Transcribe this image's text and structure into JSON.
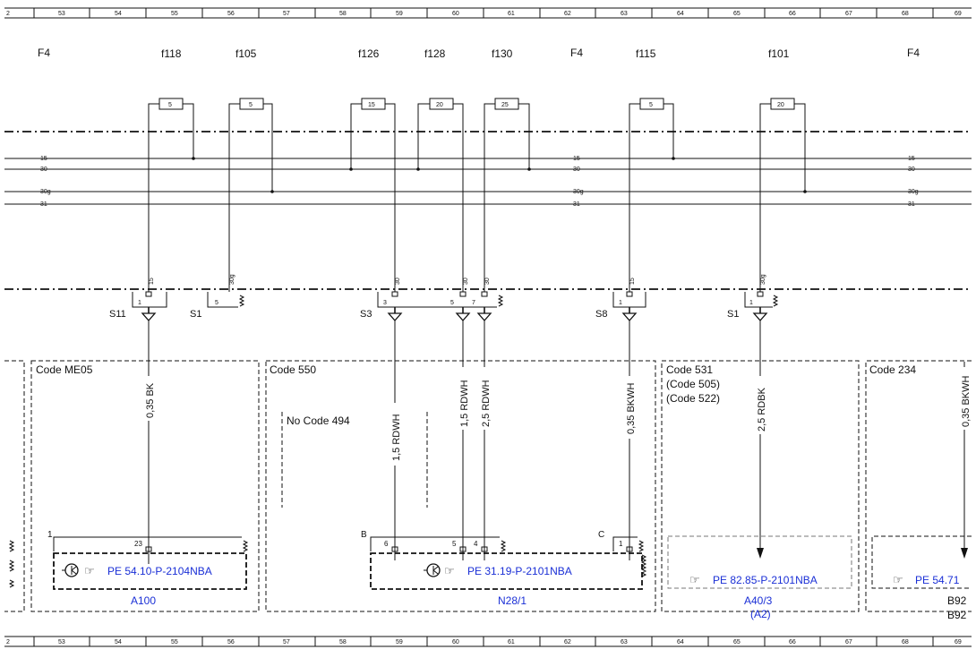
{
  "ruler": {
    "top_labels": [
      "2",
      "53",
      "54",
      "55",
      "56",
      "57",
      "58",
      "59",
      "60",
      "61",
      "62",
      "63",
      "64",
      "65",
      "66",
      "67",
      "68",
      "69"
    ],
    "bottom_labels": [
      "2",
      "53",
      "54",
      "55",
      "56",
      "57",
      "58",
      "59",
      "60",
      "61",
      "62",
      "63",
      "64",
      "65",
      "66",
      "67",
      "68",
      "69"
    ]
  },
  "fuse_boxes": [
    {
      "label": "F4"
    },
    {
      "label": "F4"
    },
    {
      "label": "F4"
    }
  ],
  "fuses": [
    {
      "name": "f118",
      "rating": "5"
    },
    {
      "name": "f105",
      "rating": "5"
    },
    {
      "name": "f126",
      "rating": "15"
    },
    {
      "name": "f128",
      "rating": "20"
    },
    {
      "name": "f130",
      "rating": "25"
    },
    {
      "name": "f115",
      "rating": "5"
    },
    {
      "name": "f101",
      "rating": "20"
    }
  ],
  "bus_labels": {
    "left": [
      "15",
      "30",
      "30g",
      "31"
    ],
    "mid": [
      "15",
      "30",
      "30g",
      "31"
    ],
    "right": [
      "15",
      "30",
      "30g",
      "31"
    ]
  },
  "pins": {
    "c1": "15",
    "c2": "30g",
    "c3": "30",
    "c4": "30",
    "c5": "30",
    "c6": "15",
    "c7": "30g"
  },
  "connectors": [
    {
      "name": "S11",
      "pins": [
        "1"
      ]
    },
    {
      "name": "S1",
      "pins": [
        "5"
      ]
    },
    {
      "name": "S3",
      "pins": [
        "3",
        "5",
        "7"
      ]
    },
    {
      "name": "S8",
      "pins": [
        "1"
      ]
    },
    {
      "name": "S1",
      "pins": [
        "1"
      ]
    }
  ],
  "wires": [
    "0,35 BK",
    "1,5 RDWH",
    "1,5 RDWH",
    "2,5 RDWH",
    "0,35 BKWH",
    "2,5 RDBK",
    "0,35 BKWH"
  ],
  "code_boxes": {
    "me05": "Code ME05",
    "c550": "Code 550",
    "no494": "No  Code 494",
    "c531": [
      "Code 531",
      "(Code 505)",
      "(Code 522)"
    ],
    "c234": "Code 234"
  },
  "components": [
    {
      "name": "A100",
      "ref": "PE 54.10-P-2104NBA",
      "corner": "1",
      "pins": [
        "23"
      ]
    },
    {
      "name": "N28/1",
      "ref": "PE 31.19-P-2101NBA",
      "corner_left": "B",
      "corner_right": "C",
      "pins": [
        "6",
        "5",
        "4",
        "1"
      ]
    },
    {
      "name": "A40/3",
      "sub": "(A2)",
      "ref": "PE 82.85-P-2101NBA"
    },
    {
      "name": "B92",
      "name2": "B92",
      "ref": "PE 54.71"
    }
  ],
  "colors": {
    "line": "#111111",
    "link": "#1a2fd6"
  }
}
